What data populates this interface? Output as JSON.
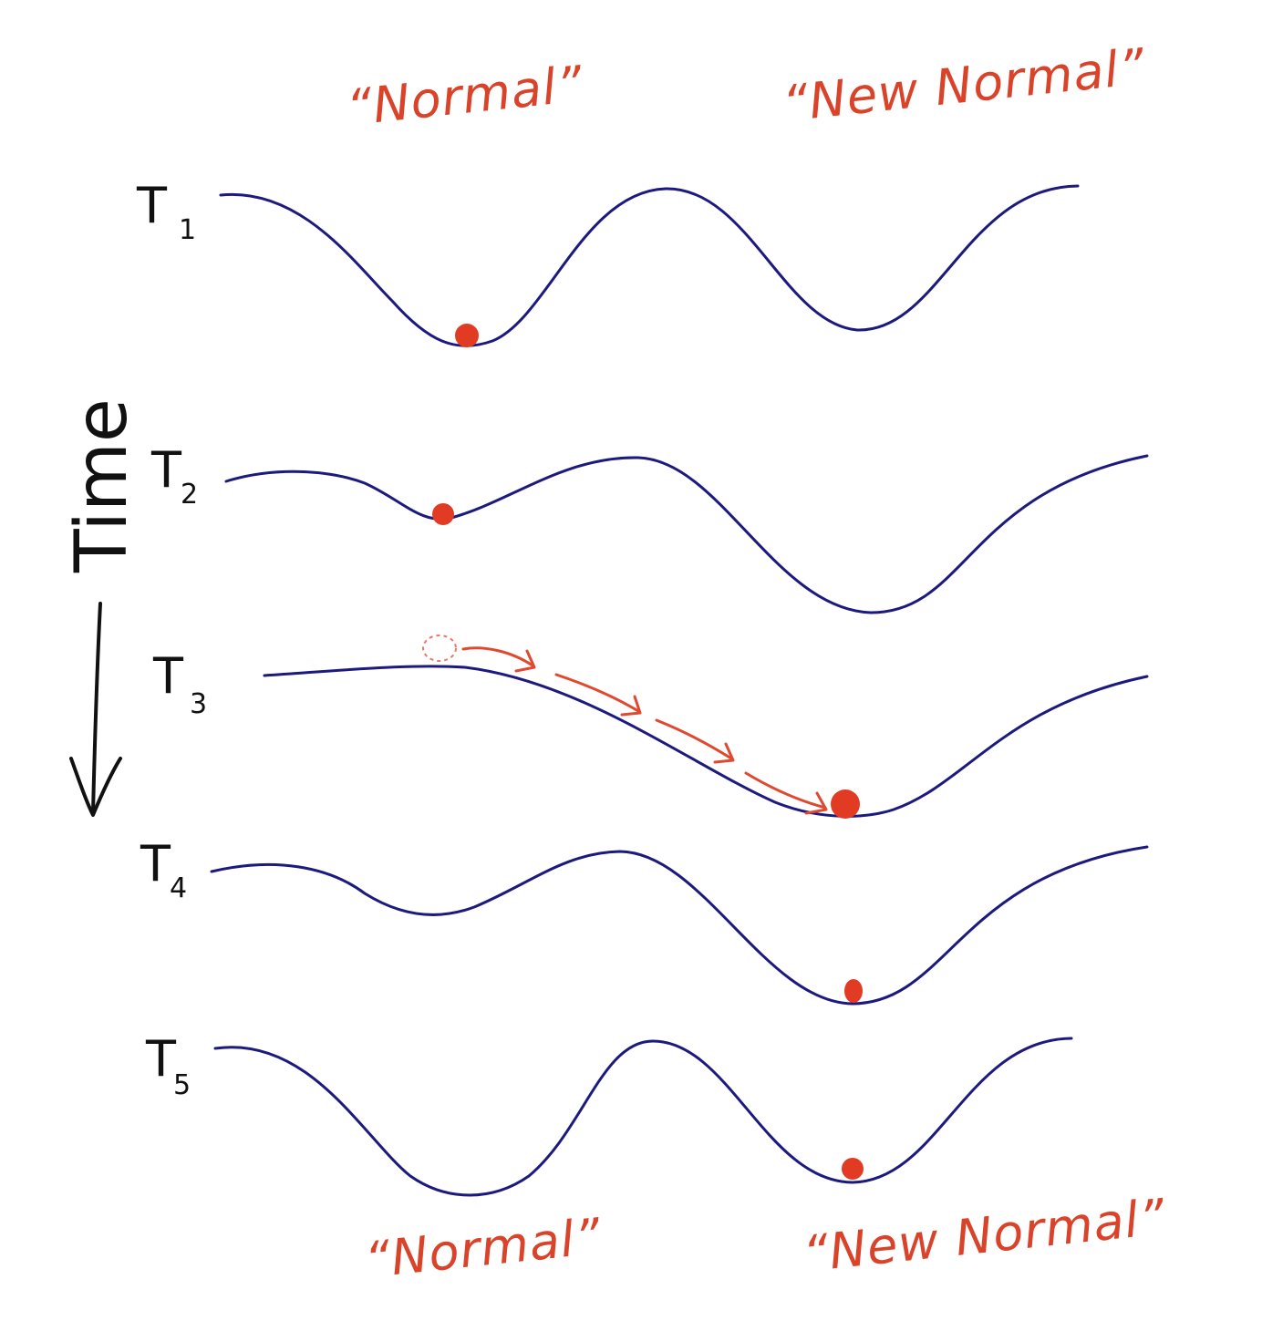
{
  "labels": {
    "top_left": "“Normal”",
    "top_right": "“New Normal”",
    "bottom_left": "“Normal”",
    "bottom_right": "“New Normal”",
    "time_axis": "Time"
  },
  "rows": [
    {
      "letter": "T",
      "index": "1"
    },
    {
      "letter": "T",
      "index": "2"
    },
    {
      "letter": "T",
      "index": "3"
    },
    {
      "letter": "T",
      "index": "4"
    },
    {
      "letter": "T",
      "index": "5"
    }
  ],
  "colors": {
    "curve": "#1c1a7e",
    "ball": "#e23b23",
    "annotation": "#d9432a",
    "ink": "#111111"
  }
}
